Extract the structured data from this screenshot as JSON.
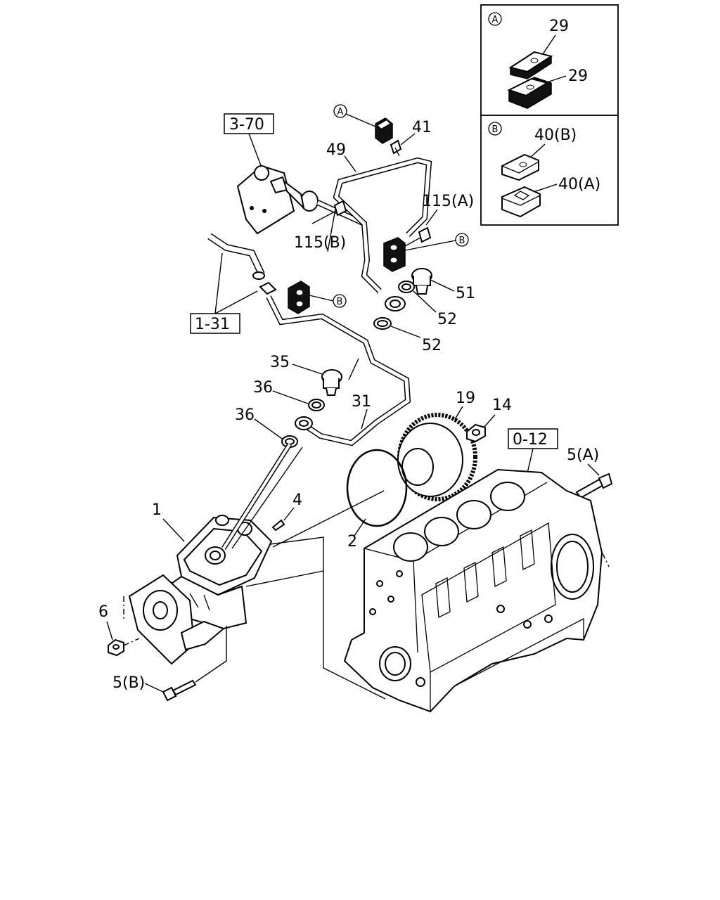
{
  "inset_boxes": [
    {
      "marker": "A",
      "labels": [
        "29",
        "29"
      ]
    },
    {
      "marker": "B",
      "labels": [
        "40(B)",
        "40(A)"
      ]
    }
  ],
  "reference_boxes": [
    "3-70",
    "1-31",
    "0-12"
  ],
  "callout_markers": [
    "A",
    "B",
    "B"
  ],
  "part_labels": {
    "p41": "41",
    "p49": "49",
    "p115a": "115(A)",
    "p115b": "115(B)",
    "p51": "51",
    "p52a": "52",
    "p52b": "52",
    "p35": "35",
    "p36a": "36",
    "p36b": "36",
    "p31": "31",
    "p19": "19",
    "p14": "14",
    "p5a": "5(A)",
    "p1": "1",
    "p4": "4",
    "p2": "2",
    "p6": "6",
    "p5b": "5(B)"
  }
}
